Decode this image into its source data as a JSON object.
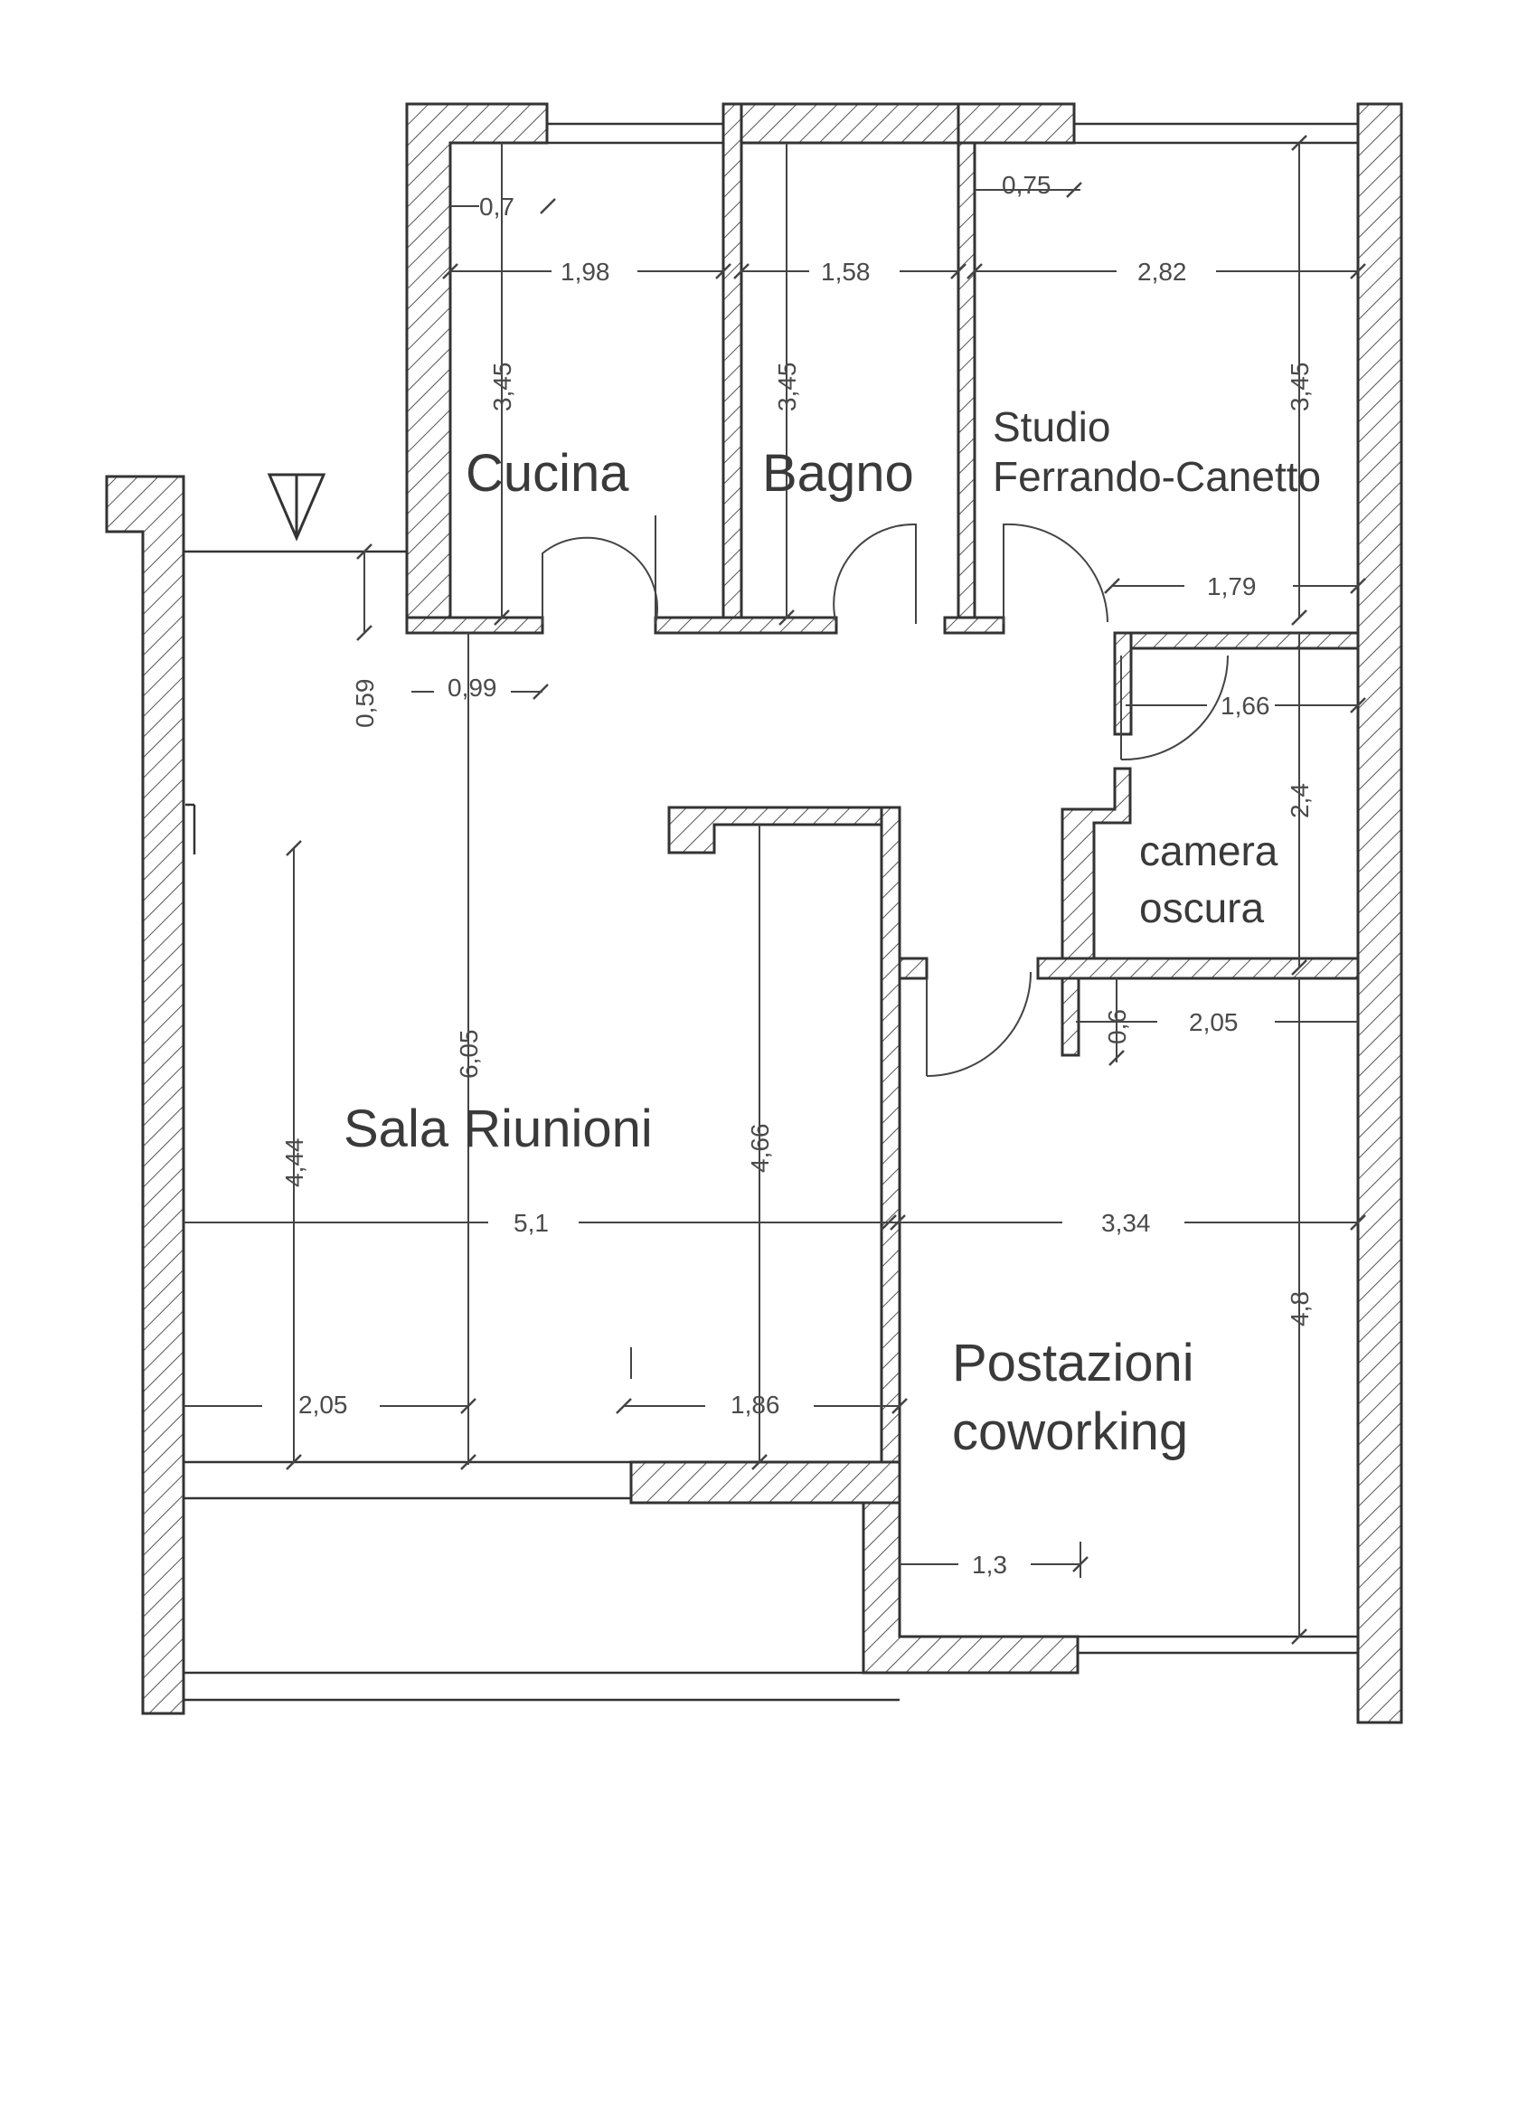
{
  "rooms": {
    "cucina": "Cucina",
    "bagno": "Bagno",
    "studio_1": "Studio",
    "studio_2": "Ferrando-Canetto",
    "camera_1": "camera",
    "camera_2": "oscura",
    "sala": "Sala Riunioni",
    "cow_1": "Postazioni",
    "cow_2": "coworking"
  },
  "dimensions": {
    "cucina_top": "0,7",
    "cucina_width": "1,98",
    "cucina_height": "3,45",
    "bagno_width": "1,58",
    "bagno_height": "3,45",
    "studio_top": "0,75",
    "studio_width": "2,82",
    "studio_height": "3,45",
    "studio_bottom": "1,79",
    "camera_width": "1,66",
    "camera_height": "2,4",
    "entry_gap": "0,59",
    "entry_offset": "0,99",
    "sala_depth": "6,05",
    "sala_inner_left": "4,44",
    "sala_inner_right": "4,66",
    "sala_width": "5,1",
    "cow_width": "3,34",
    "cow_height": "4,8",
    "corr_gap": "0,6",
    "corr_width": "2,05",
    "bottom_left": "2,05",
    "bottom_mid": "1,86",
    "cow_bottom": "1,3"
  }
}
